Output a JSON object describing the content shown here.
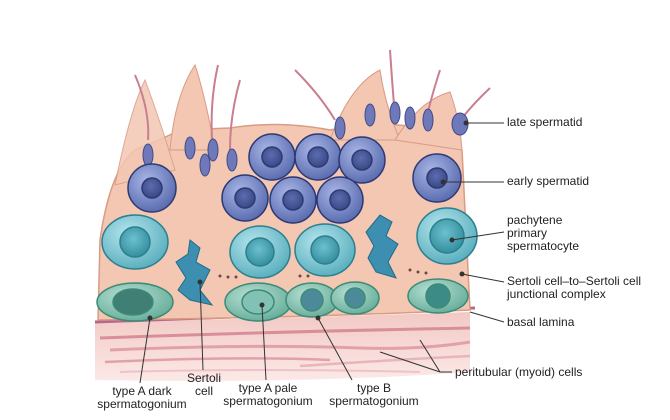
{
  "labels": {
    "late_spermatid": "late spermatid",
    "early_spermatid": "early spermatid",
    "pachytene": [
      "pachytene",
      "primary",
      "spermatocyte"
    ],
    "sertoli_junction": [
      "Sertoli cell–to–Sertoli cell",
      "junctional complex"
    ],
    "basal_lamina": "basal lamina",
    "peritubular": "peritubular (myoid) cells",
    "type_a_dark": [
      "type A dark",
      "spermatogonium"
    ],
    "sertoli_cell": [
      "Sertoli",
      "cell"
    ],
    "type_a_pale": [
      "type A pale",
      "spermatogonium"
    ],
    "type_b": [
      "type B",
      "spermatogonium"
    ]
  },
  "colors": {
    "sertoli_cytoplasm": "#f3c7b2",
    "spermatid_purple": "#6f78b8",
    "spermatocyte_teal": "#78c3cf",
    "spermatogonium_green": "#7fbfb0",
    "peritubular_pink": "#e9aeb3",
    "leader_line": "#333333"
  }
}
